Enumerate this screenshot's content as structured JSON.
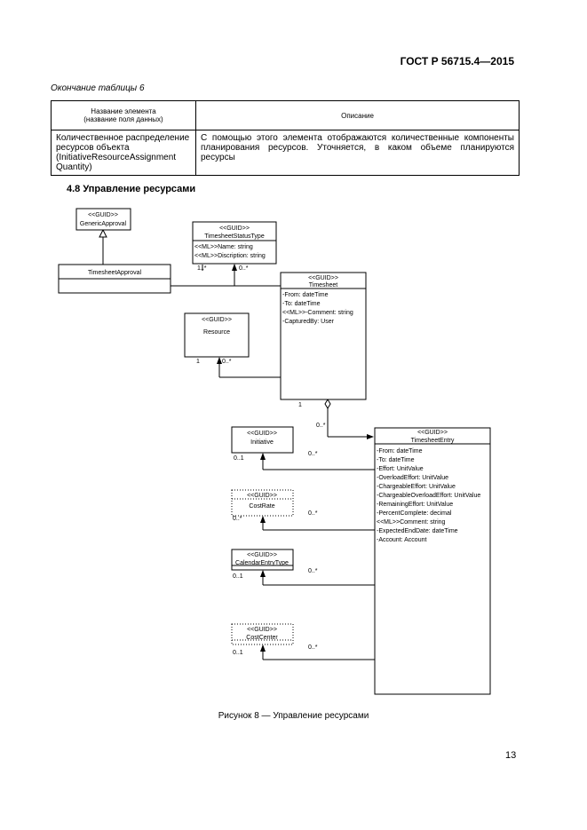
{
  "header": {
    "standard": "ГОСТ Р 56715.4—2015"
  },
  "table": {
    "caption": "Окончание таблицы 6",
    "head": [
      "Название элемента\n(название поля данных)",
      "Описание"
    ],
    "rows": [
      [
        "Количественное распределение\nресурсов объекта\n(InitiativeResourceAssignment\nQuantity)",
        "С помощью этого элемента отображаются количественные компоненты планирования ресурсов. Уточняется, в каком объеме планируются ресурсы"
      ]
    ]
  },
  "section": {
    "title": "4.8 Управление ресурсами"
  },
  "diagram": {
    "classes": {
      "generic_approval": {
        "stereo": "<<GUID>>",
        "name": "GenericApproval"
      },
      "status_type": {
        "stereo": "<<GUID>>",
        "name": "TimesheetStatusType",
        "attrs": [
          "<<ML>>Name: string",
          "<<ML>>Discription: string"
        ]
      },
      "timesheet_approval": {
        "name": "TimesheetApproval"
      },
      "timesheet": {
        "stereo": "<<GUID>>",
        "name": "Timesheet",
        "attrs": [
          "-From: dateTime",
          "-To: dateTime",
          "<<ML>>-Comment: string",
          "-CapturedBy: User"
        ]
      },
      "resource": {
        "stereo": "<<GUID>>",
        "name": "Resource"
      },
      "initiative": {
        "stereo": "<<GUID>>",
        "name": "Initiative"
      },
      "timesheet_entry": {
        "stereo": "<<GUID>>",
        "name": "TimesheetEntry",
        "attrs": [
          "-From: dateTime",
          "-To: dateTime",
          "-Effort: UnitValue",
          "-OverloadEffort: UnitValue",
          "-ChargeableEffort: UnitValue",
          "-ChargeableOverloadEffort: UnitValue",
          "-RemainingEffort: UnitValue",
          "-PercentComplete: decimal",
          "<<ML>>Comment: string",
          "-ExpectedEndDate: dateTime",
          "-Account: Account"
        ]
      },
      "cost_rate": {
        "stereo": "<<GUID>>",
        "name": "CostRate"
      },
      "calendar_entry_type": {
        "stereo": "<<GUID>>",
        "name": "CalendarEntryType"
      },
      "cost_center": {
        "stereo": "<<GUID>>",
        "name": "CostCenter"
      }
    },
    "multiplicities": {
      "status_approval": "1..*",
      "status_timesheet": "0..*",
      "resource_one": "1",
      "resource_many": "0..*",
      "timesheet_one": "1",
      "timesheet_entries": "0..*",
      "initiative_one": "0..1",
      "initiative_many": "0..*",
      "cost_rate_one": "0..*",
      "cost_rate_many": "0..*",
      "calendar_one": "0..1",
      "calendar_many": "0..*",
      "cost_center_one": "0..1",
      "cost_center_many": "0..*"
    }
  },
  "figure": {
    "caption": "Рисунок 8 — Управление ресурсами"
  },
  "footer": {
    "page": "13"
  }
}
